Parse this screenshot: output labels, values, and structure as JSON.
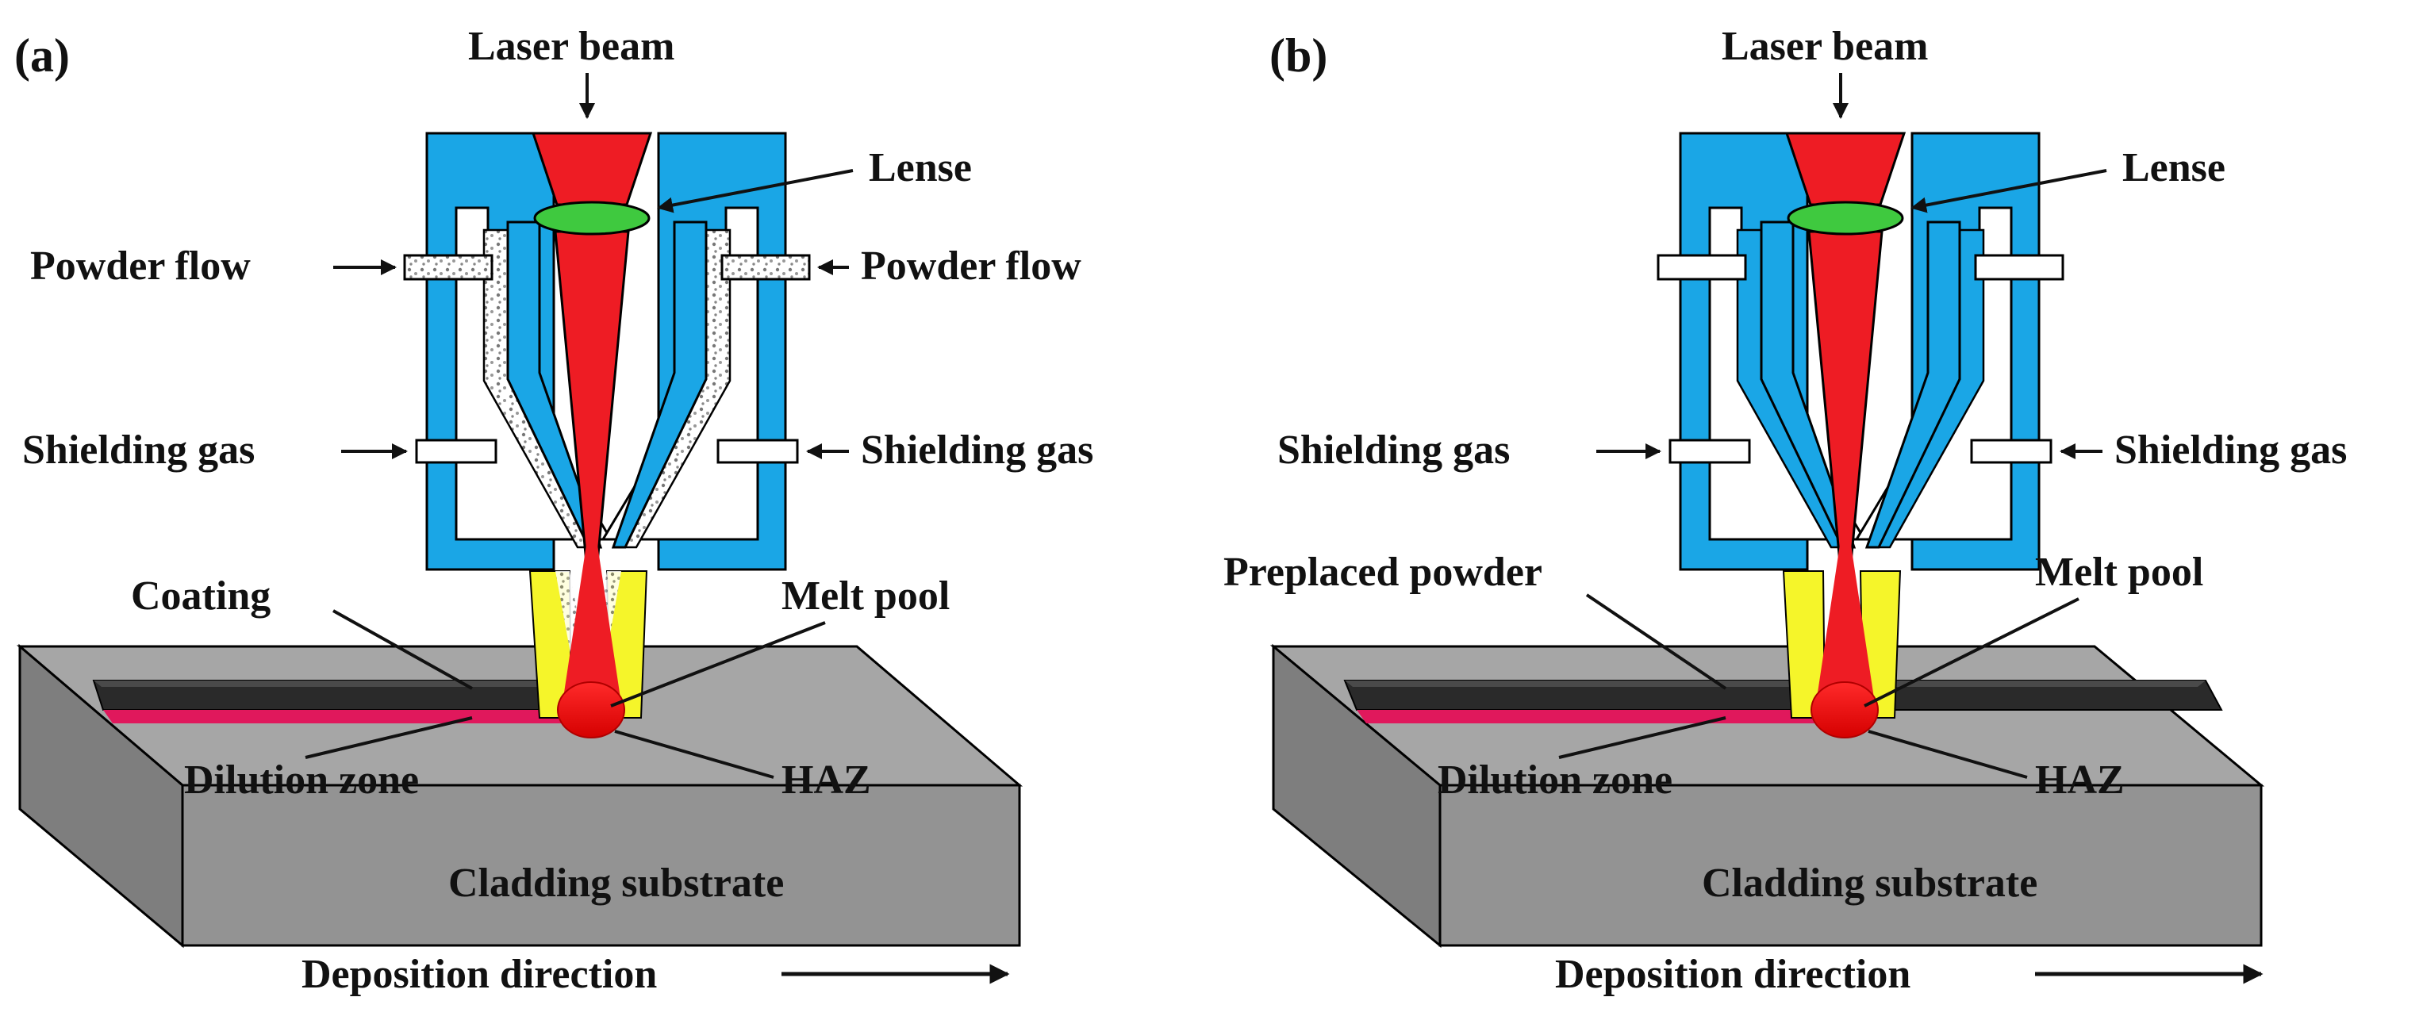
{
  "panels": [
    {
      "tag": "(a)",
      "laser_beam": "Laser beam",
      "lense": "Lense",
      "powder_flow_left": "Powder flow",
      "powder_flow_right": "Powder flow",
      "shielding_gas_left": "Shielding gas",
      "shielding_gas_right": "Shielding gas",
      "coating": "Coating",
      "melt_pool": "Melt pool",
      "dilution_zone": "Dilution zone",
      "haz": "HAZ",
      "substrate": "Cladding substrate",
      "direction": "Deposition direction"
    },
    {
      "tag": "(b)",
      "laser_beam": "Laser beam",
      "lense": "Lense",
      "shielding_gas_left": "Shielding gas",
      "shielding_gas_right": "Shielding gas",
      "preplaced_powder": "Preplaced powder",
      "melt_pool": "Melt pool",
      "dilution_zone": "Dilution zone",
      "haz": "HAZ",
      "substrate": "Cladding substrate",
      "direction": "Deposition direction"
    }
  ],
  "colors": {
    "nozzle": "#1aa6e6",
    "laser": "#ee1c24",
    "lens": "#3fc93f",
    "powder_jet": "#f5f52a",
    "substrate_top": "#a3a3a3",
    "substrate_front": "#8f8f8f",
    "coating": "#262626",
    "dilution": "#e0185c"
  }
}
